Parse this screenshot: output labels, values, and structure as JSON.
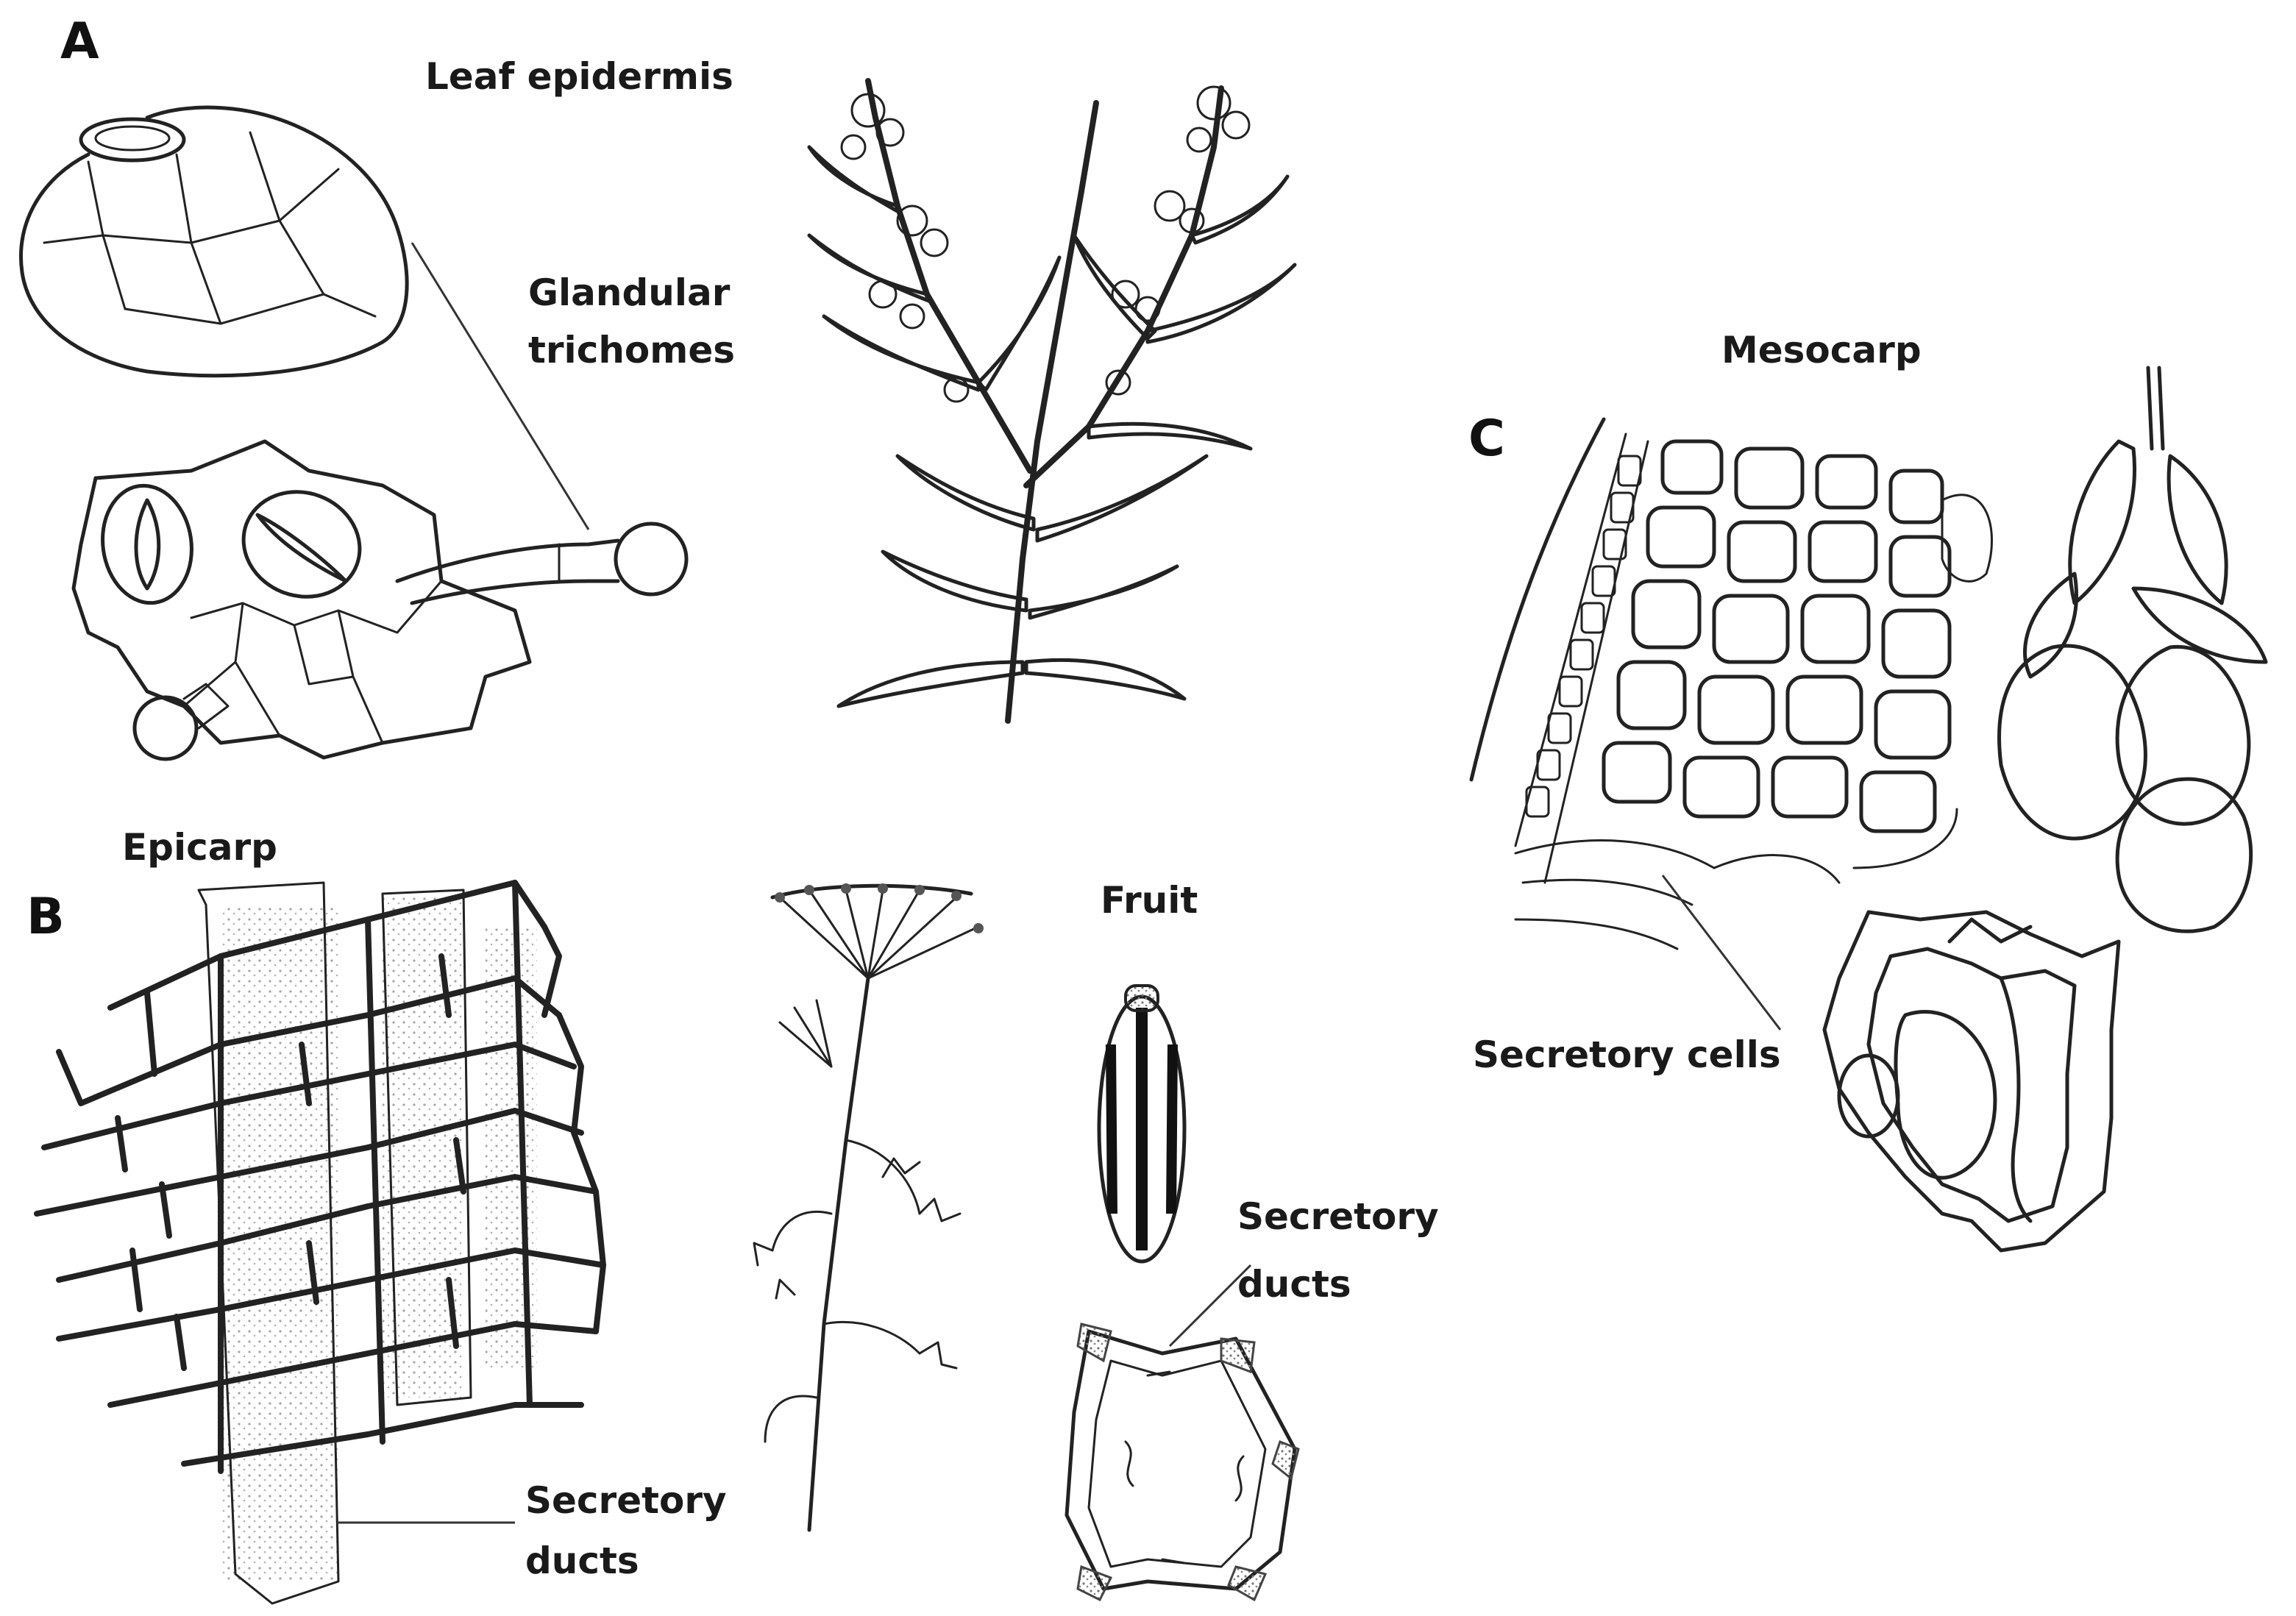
{
  "panels": {
    "a": "A",
    "b": "B",
    "c": "C"
  },
  "labels": {
    "leaf_epidermis": "Leaf epidermis",
    "glandular_1": "Glandular",
    "glandular_2": "trichomes",
    "epicarp": "Epicarp",
    "b_secretory_1": "Secretory",
    "b_secretory_2": "ducts",
    "fruit": "Fruit",
    "fruit_secretory_1": "Secretory",
    "fruit_secretory_2": "ducts",
    "mesocarp": "Mesocarp",
    "secretory_cells": "Secretory cells"
  },
  "colors": {
    "ink": "#222222",
    "stipple": "#9a9a9a",
    "background": "#ffffff"
  }
}
